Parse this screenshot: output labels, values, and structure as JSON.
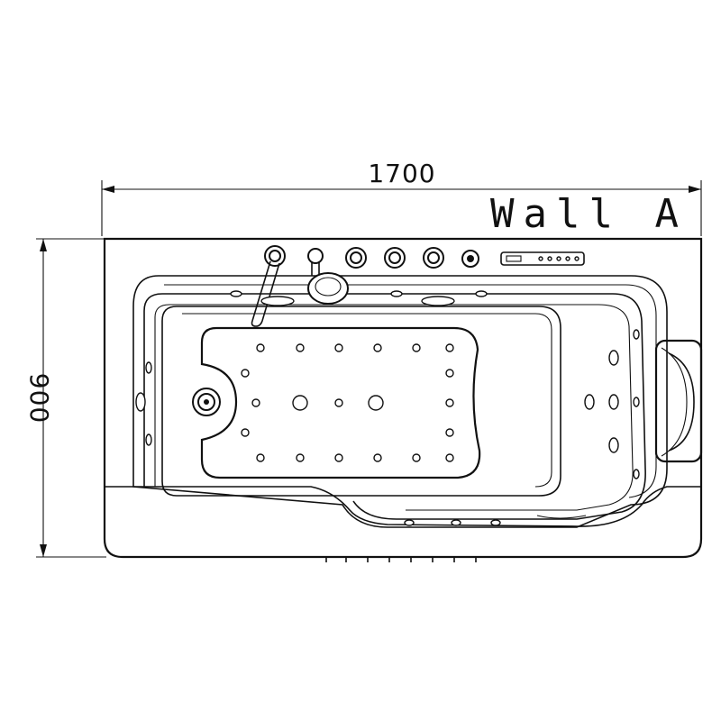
{
  "dimensions": {
    "width_label": "1700",
    "height_label": "900"
  },
  "wall_label": "Wall A",
  "colors": {
    "line": "#111111",
    "background": "#ffffff"
  }
}
